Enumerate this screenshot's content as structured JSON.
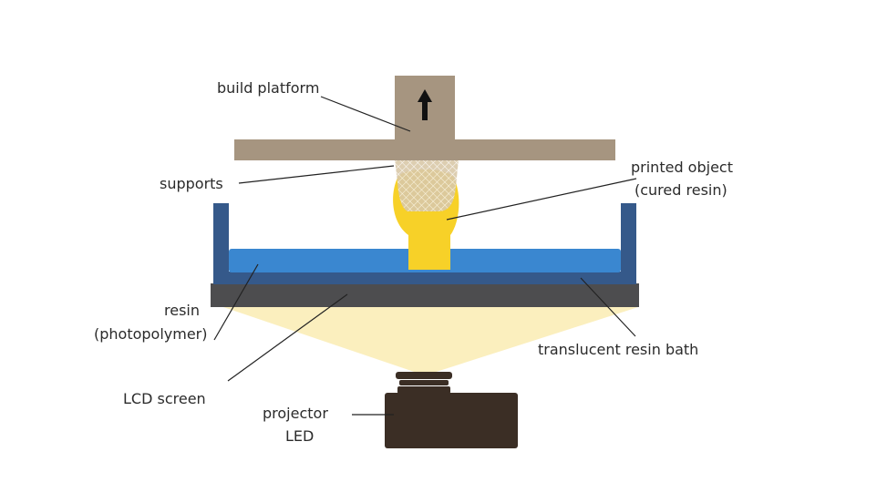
{
  "labels": {
    "build_platform": "build platform",
    "supports": "supports",
    "printed_object_line1": "printed object",
    "printed_object_line2": "(cured resin)",
    "resin_line1": "resin",
    "resin_line2": "(photopolymer)",
    "lcd_screen": "LCD screen",
    "resin_bath": "translucent resin bath",
    "projector_line1": "projector",
    "projector_line2": "LED"
  },
  "colors": {
    "platform": "#a69580",
    "tank": "#35598a",
    "resin": "#3a87d0",
    "lcd": "#4d4d4f",
    "light": "#fbefbe",
    "object": "#f7d128",
    "projector": "#3b2e25"
  },
  "icons": {
    "arrow": "arrow-up-icon"
  }
}
